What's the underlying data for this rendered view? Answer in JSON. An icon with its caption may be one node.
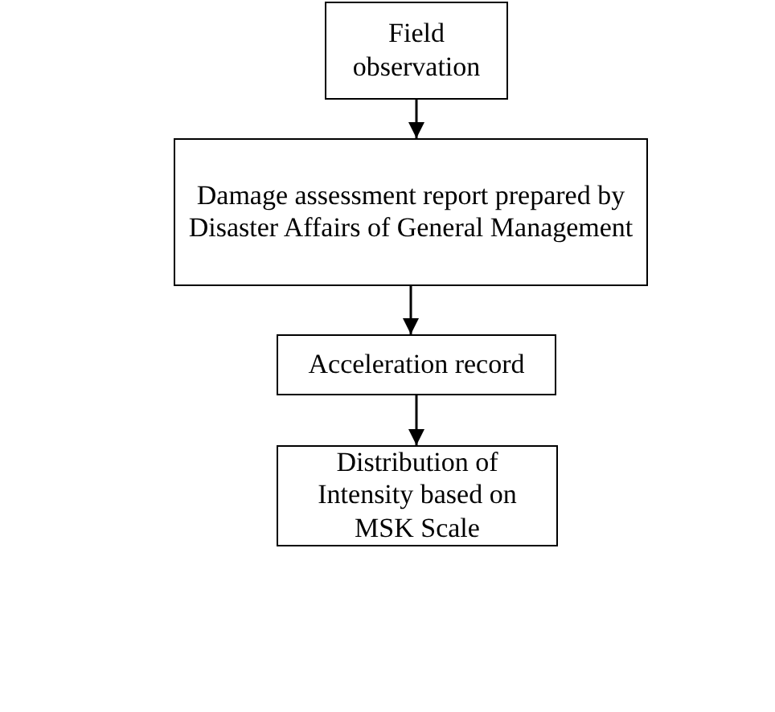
{
  "diagram": {
    "nodes": [
      {
        "text": [
          "Field observation"
        ]
      },
      {
        "text": [
          "Damage assessment report prepared by Disaster Affairs of General Management"
        ]
      },
      {
        "text": [
          "Acceleration record"
        ]
      },
      {
        "text": [
          "Distribution of Intensity based on MSK Scale"
        ]
      }
    ],
    "edges": [
      {
        "from": 0,
        "to": 1,
        "arrow": "to"
      },
      {
        "from": 1,
        "to": 2,
        "arrow": "to"
      },
      {
        "from": 2,
        "to": 3,
        "arrow": "to"
      }
    ]
  }
}
